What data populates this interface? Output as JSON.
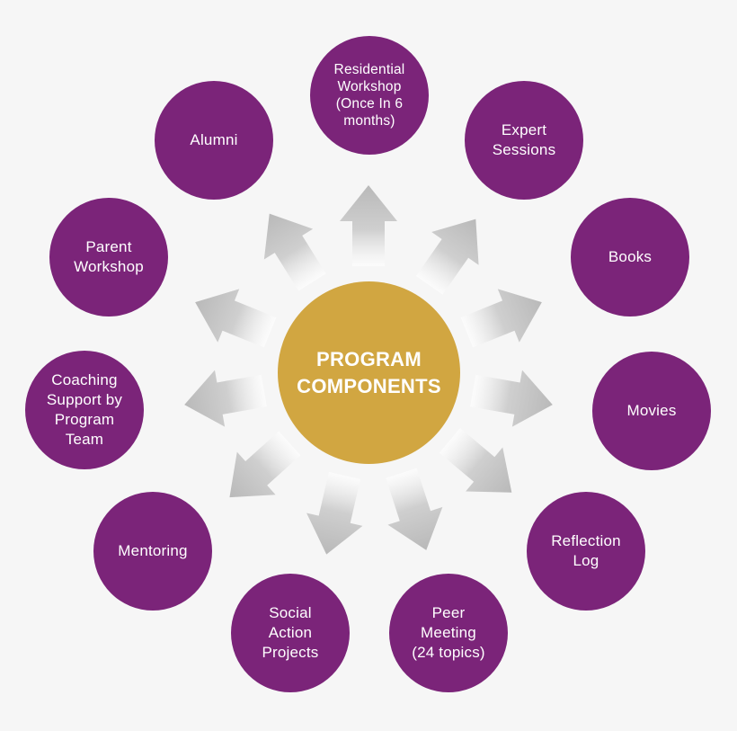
{
  "center": {
    "lines": [
      "PROGRAM",
      "COMPONENTS"
    ]
  },
  "components": [
    {
      "id": "residential-workshop",
      "lines": [
        "Residential",
        "Workshop",
        "(Once In 6",
        "months)"
      ]
    },
    {
      "id": "expert-sessions",
      "lines": [
        "Expert",
        "Sessions"
      ]
    },
    {
      "id": "books",
      "lines": [
        "Books"
      ]
    },
    {
      "id": "movies",
      "lines": [
        "Movies"
      ]
    },
    {
      "id": "reflection-log",
      "lines": [
        "Reflection",
        "Log"
      ]
    },
    {
      "id": "peer-meeting",
      "lines": [
        "Peer",
        "Meeting",
        "(24 topics)"
      ]
    },
    {
      "id": "social-action-projects",
      "lines": [
        "Social",
        "Action",
        "Projects"
      ]
    },
    {
      "id": "mentoring",
      "lines": [
        "Mentoring"
      ]
    },
    {
      "id": "coaching-support",
      "lines": [
        "Coaching",
        "Support by",
        "Program",
        "Team"
      ]
    },
    {
      "id": "parent-workshop",
      "lines": [
        "Parent",
        "Workshop"
      ]
    },
    {
      "id": "alumni",
      "lines": [
        "Alumni"
      ]
    }
  ],
  "colors": {
    "background": "#f6f6f6",
    "node": "#7b2479",
    "center": "#d1a641",
    "arrow": "#c8c8c8",
    "text": "#ffffff"
  }
}
